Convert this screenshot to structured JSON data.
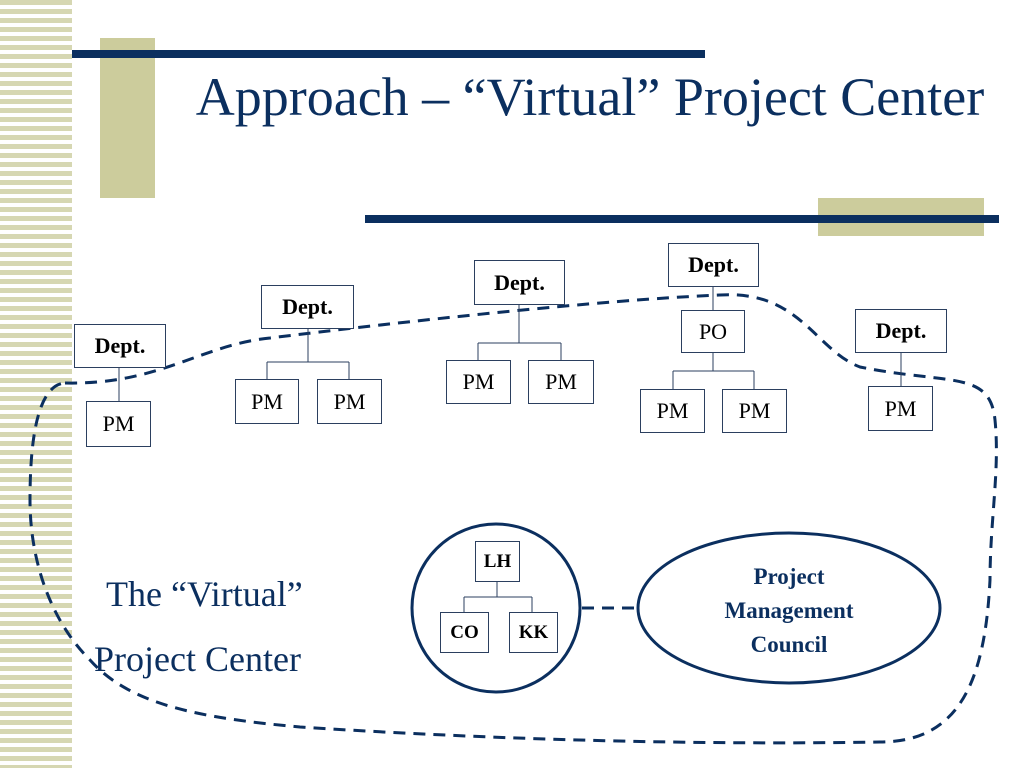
{
  "slide": {
    "title": "Approach – “Virtual” Project Center",
    "departments": [
      {
        "dept_label": "Dept.",
        "subordinates": [
          "PM"
        ]
      },
      {
        "dept_label": "Dept.",
        "subordinates": [
          "PM",
          "PM"
        ]
      },
      {
        "dept_label": "Dept.",
        "subordinates": [
          "PM",
          "PM"
        ]
      },
      {
        "dept_label": "Dept.",
        "intermediate": "PO",
        "subordinates": [
          "PM",
          "PM"
        ]
      },
      {
        "dept_label": "Dept.",
        "subordinates": [
          "PM"
        ]
      }
    ],
    "virtual_center_label": [
      "The “Virtual”",
      "Project Center"
    ],
    "core_group": {
      "top": "LH",
      "bottom": [
        "CO",
        "KK"
      ]
    },
    "council_lines": [
      "Project",
      "Management",
      "Council"
    ],
    "colors": {
      "navy": "#0b2f5f",
      "tan": "#cccc9c",
      "stripe": "#d6d7b2"
    }
  }
}
